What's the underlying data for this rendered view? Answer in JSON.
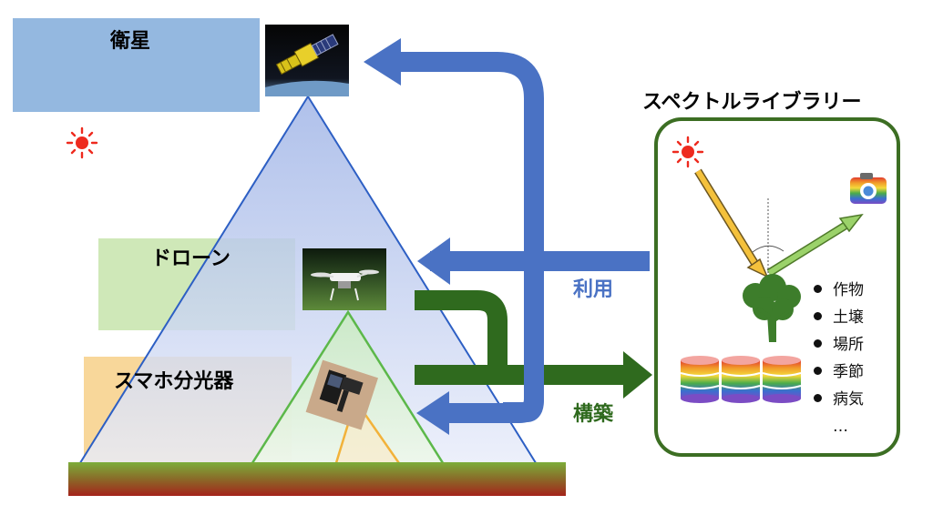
{
  "labels": {
    "satellite": "衛星",
    "drone": "ドローン",
    "smartphone": "スマホ分光器",
    "library_title": "スペクトルライブラリー",
    "use": "利用",
    "build": "構築"
  },
  "library": {
    "items": [
      "作物",
      "土壌",
      "場所",
      "季節",
      "病気",
      "…"
    ]
  },
  "colors": {
    "use_arrow": "#4a72c4",
    "build_arrow": "#2f6a1e",
    "library_border": "#3c6e23",
    "satellite_box": "#94b8e0",
    "drone_box": "#cfe8b8",
    "smartphone_box": "#f8d79a",
    "sun": "#ee2a1e"
  },
  "icons": {
    "sun": "sun-icon",
    "camera": "camera-icon",
    "tree": "tree-icon",
    "database": "database-icon"
  }
}
